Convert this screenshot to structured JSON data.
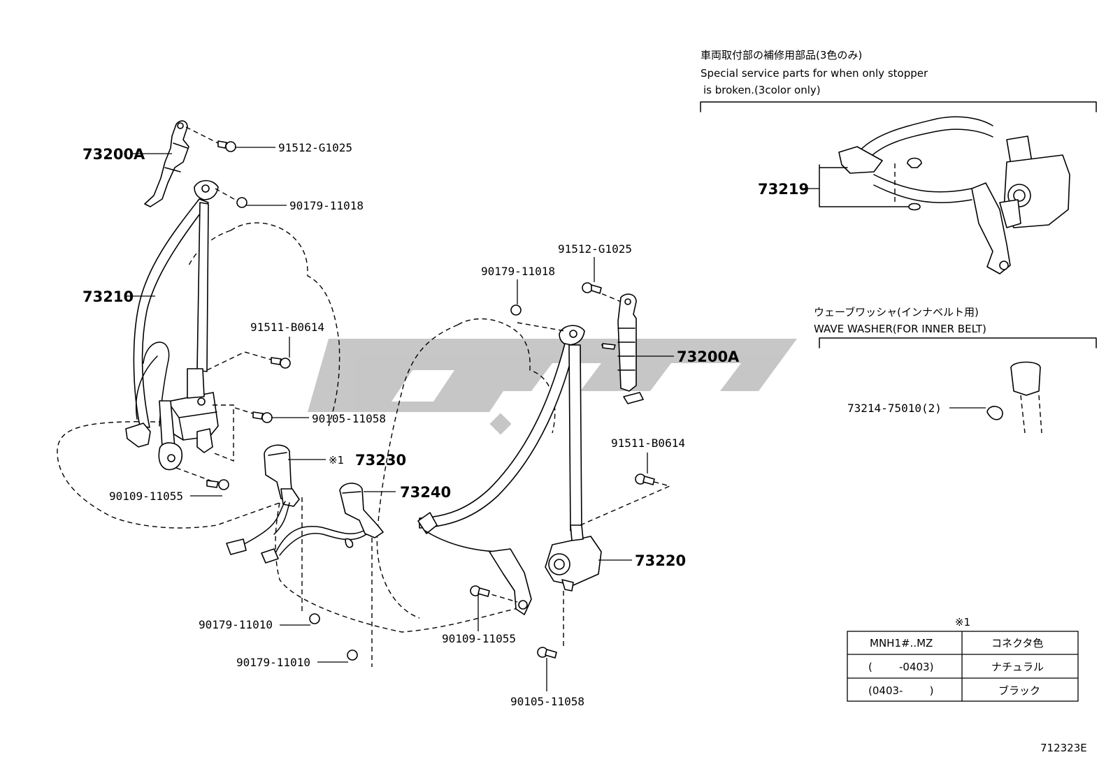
{
  "figure_id": "712323E",
  "watermark": {
    "color": "#c4c4c4"
  },
  "parts": {
    "p73200A_left": "73200A",
    "p73210": "73210",
    "p91512_left": "91512-G1025",
    "p90179_11018_left": "90179-11018",
    "p91511_left": "91511-B0614",
    "p90105_left": "90105-11058",
    "p90109_left": "90109-11055",
    "p73230": "73230",
    "p73230_mark": "※1",
    "p73240": "73240",
    "p90179_11010_a": "90179-11010",
    "p90179_11010_b": "90179-11010",
    "p91512_right": "91512-G1025",
    "p90179_11018_right": "90179-11018",
    "p73200A_right": "73200A",
    "p91511_right": "91511-B0614",
    "p73220": "73220",
    "p90109_right": "90109-11055",
    "p90105_right": "90105-11058",
    "p73219": "73219",
    "p73214": "73214-75010(2)"
  },
  "notes": {
    "service_jp": "車両取付部の補修用部品(3色のみ)",
    "service_en_1": "Special service parts for when only stopper",
    "service_en_2": "is broken.(3color only)",
    "washer_jp": "ウェーブワッシャ(インナベルト用)",
    "washer_en": "WAVE WASHER(FOR INNER BELT)"
  },
  "footnote_table": {
    "mark": "※1",
    "rows": [
      [
        "MNH1#..MZ",
        "コネクタ色"
      ],
      [
        "(        -0403)",
        "ナチュラル"
      ],
      [
        "(0403-        )",
        "ブラック"
      ]
    ]
  }
}
